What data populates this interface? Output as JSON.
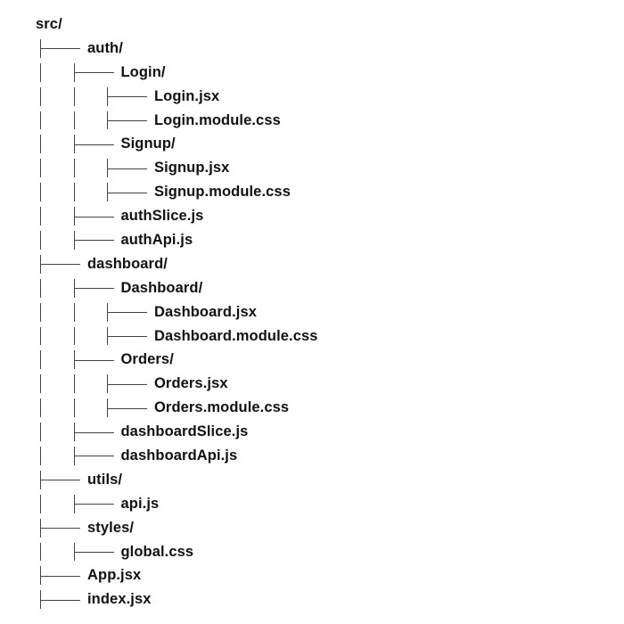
{
  "colors": {
    "line": "#444444",
    "text": "#111111",
    "background": "#ffffff"
  },
  "tree": {
    "root_label": "src/",
    "items": [
      {
        "label": "src/",
        "depth": 0
      },
      {
        "label": "auth/",
        "depth": 1
      },
      {
        "label": "Login/",
        "depth": 2
      },
      {
        "label": "Login.jsx",
        "depth": 3
      },
      {
        "label": "Login.module.css",
        "depth": 3
      },
      {
        "label": "Signup/",
        "depth": 2
      },
      {
        "label": "Signup.jsx",
        "depth": 3
      },
      {
        "label": "Signup.module.css",
        "depth": 3
      },
      {
        "label": "authSlice.js",
        "depth": 2
      },
      {
        "label": "authApi.js",
        "depth": 2
      },
      {
        "label": "dashboard/",
        "depth": 1
      },
      {
        "label": "Dashboard/",
        "depth": 2
      },
      {
        "label": "Dashboard.jsx",
        "depth": 3
      },
      {
        "label": "Dashboard.module.css",
        "depth": 3
      },
      {
        "label": "Orders/",
        "depth": 2
      },
      {
        "label": "Orders.jsx",
        "depth": 3
      },
      {
        "label": "Orders.module.css",
        "depth": 3
      },
      {
        "label": "dashboardSlice.js",
        "depth": 2
      },
      {
        "label": "dashboardApi.js",
        "depth": 2
      },
      {
        "label": "utils/",
        "depth": 1
      },
      {
        "label": "api.js",
        "depth": 2
      },
      {
        "label": "styles/",
        "depth": 1
      },
      {
        "label": "global.css",
        "depth": 2
      },
      {
        "label": "App.jsx",
        "depth": 1
      },
      {
        "label": "index.jsx",
        "depth": 1
      }
    ]
  }
}
